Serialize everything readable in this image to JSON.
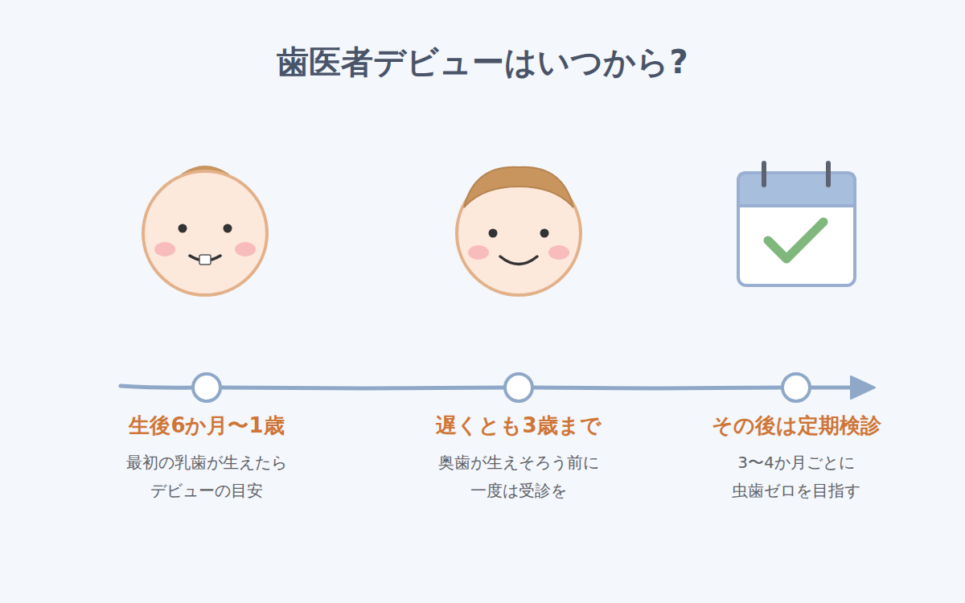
{
  "diagram": {
    "title": "歯医者デビューはいつから?",
    "nodes": [
      {
        "text": [
          "生後6か月〜1歳",
          "最初の乳歯が生えたら デビューの目安"
        ]
      },
      {
        "text": [
          "遅くとも3歳まで",
          "奥歯が生えそろう前に 一度は受診を"
        ]
      },
      {
        "text": [
          "その後は定期検診",
          "3〜4か月ごとに 虫歯ゼロを目指す"
        ]
      }
    ],
    "edges": [
      {
        "from": 0,
        "to": 1,
        "arrow": "none"
      },
      {
        "from": 1,
        "to": 2,
        "arrow": "none"
      }
    ]
  }
}
